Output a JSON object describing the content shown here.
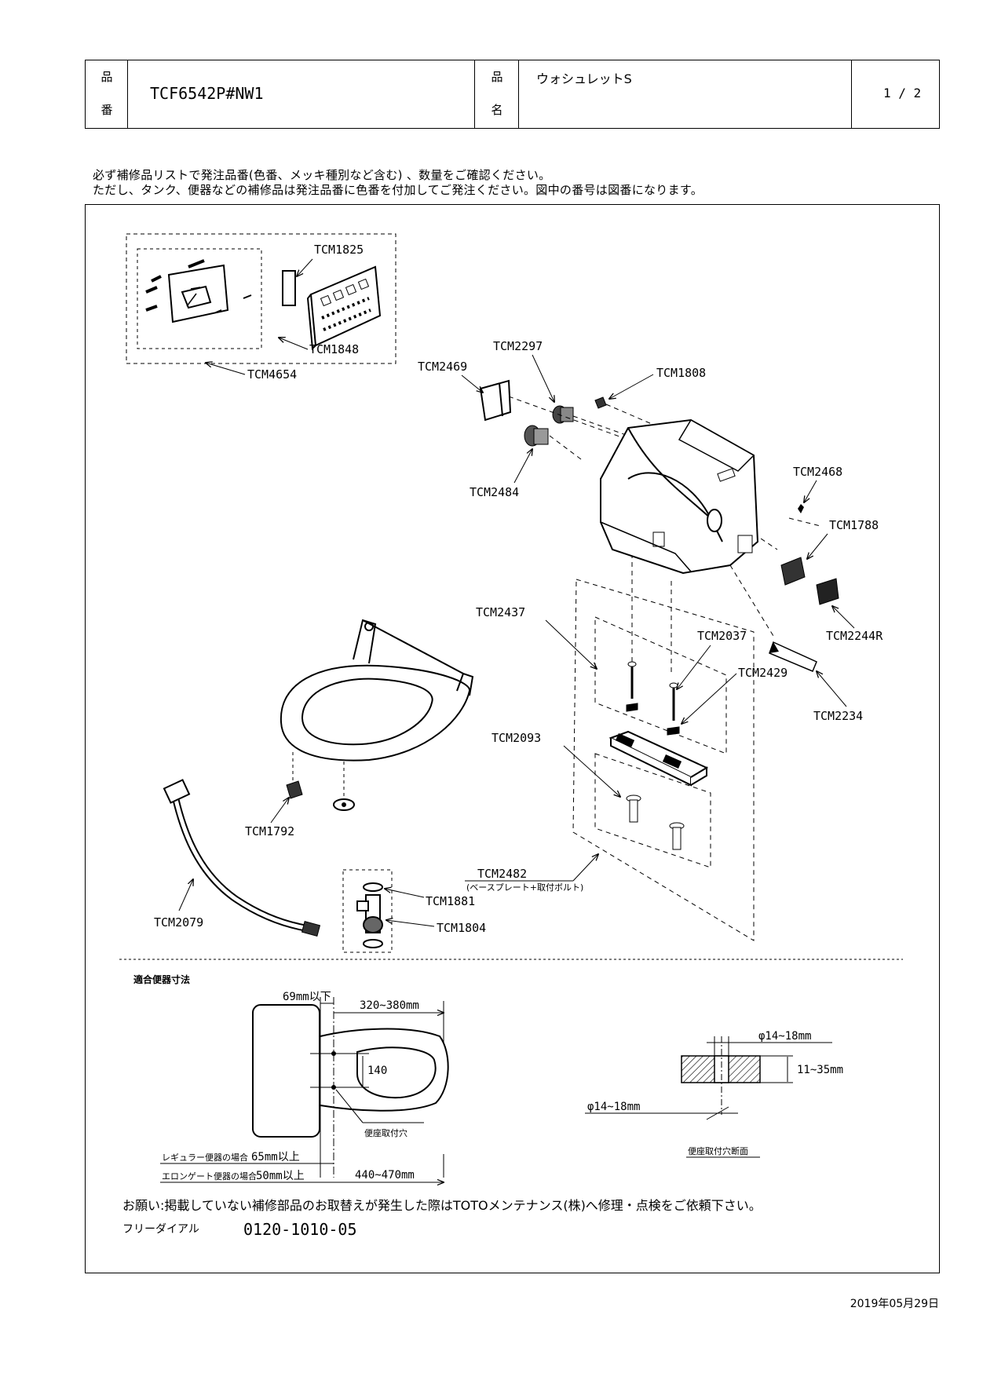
{
  "header": {
    "product_no_label_top": "品",
    "product_no_label_bottom": "番",
    "product_no": "TCF6542P#NW1",
    "product_name_label_top": "品",
    "product_name_label_bottom": "名",
    "product_name": "ウォシュレットS",
    "page": "1 / 2"
  },
  "notes": {
    "line1": "必ず補修品リストで発注品番(色番、メッキ種別など含む) 、数量をご確認ください。",
    "line2": "ただし、タンク、便器などの補修品は発注品番に色番を付加してご発注ください。図中の番号は図番になります。"
  },
  "parts": {
    "tcm1825": "TCM1825",
    "tcm1848": "TCM1848",
    "tcm4654": "TCM4654",
    "tcm2297": "TCM2297",
    "tcm2469": "TCM2469",
    "tcm1808": "TCM1808",
    "tcm2484": "TCM2484",
    "tcm2468": "TCM2468",
    "tcm1788": "TCM1788",
    "tcm2437": "TCM2437",
    "tcm2244r": "TCM2244R",
    "tcm2037": "TCM2037",
    "tcm2429": "TCM2429",
    "tcm2234": "TCM2234",
    "tcm2093": "TCM2093",
    "tcm1792": "TCM1792",
    "tcm2482": "TCM2482",
    "tcm2482_note": "(ベースプレート+取付ボルト)",
    "tcm1881": "TCM1881",
    "tcm1804": "TCM1804",
    "tcm2079": "TCM2079"
  },
  "dimensions": {
    "section_title": "適合便器寸法",
    "d69": "69mm以下",
    "d320": "320~380mm",
    "d140": "140",
    "mount_hole": "便座取付穴",
    "regular": "レギュラー便器の場合",
    "regular_val": "65mm以上",
    "elongated": "エロンゲート便器の場合",
    "elongated_val": "50mm以上",
    "d440": "440~470mm",
    "phi_top": "φ14~18mm",
    "phi_bottom": "φ14~18mm",
    "thick": "11~35mm",
    "section_caption": "便座取付穴断面"
  },
  "footer": {
    "request": "お願い:掲載していない補修部品のお取替えが発生した際はTOTOメンテナンス(株)へ修理・点検をご依頼下さい。",
    "freedial_label": "フリーダイアル",
    "freedial": "0120-1010-05",
    "date": "2019年05月29日"
  }
}
